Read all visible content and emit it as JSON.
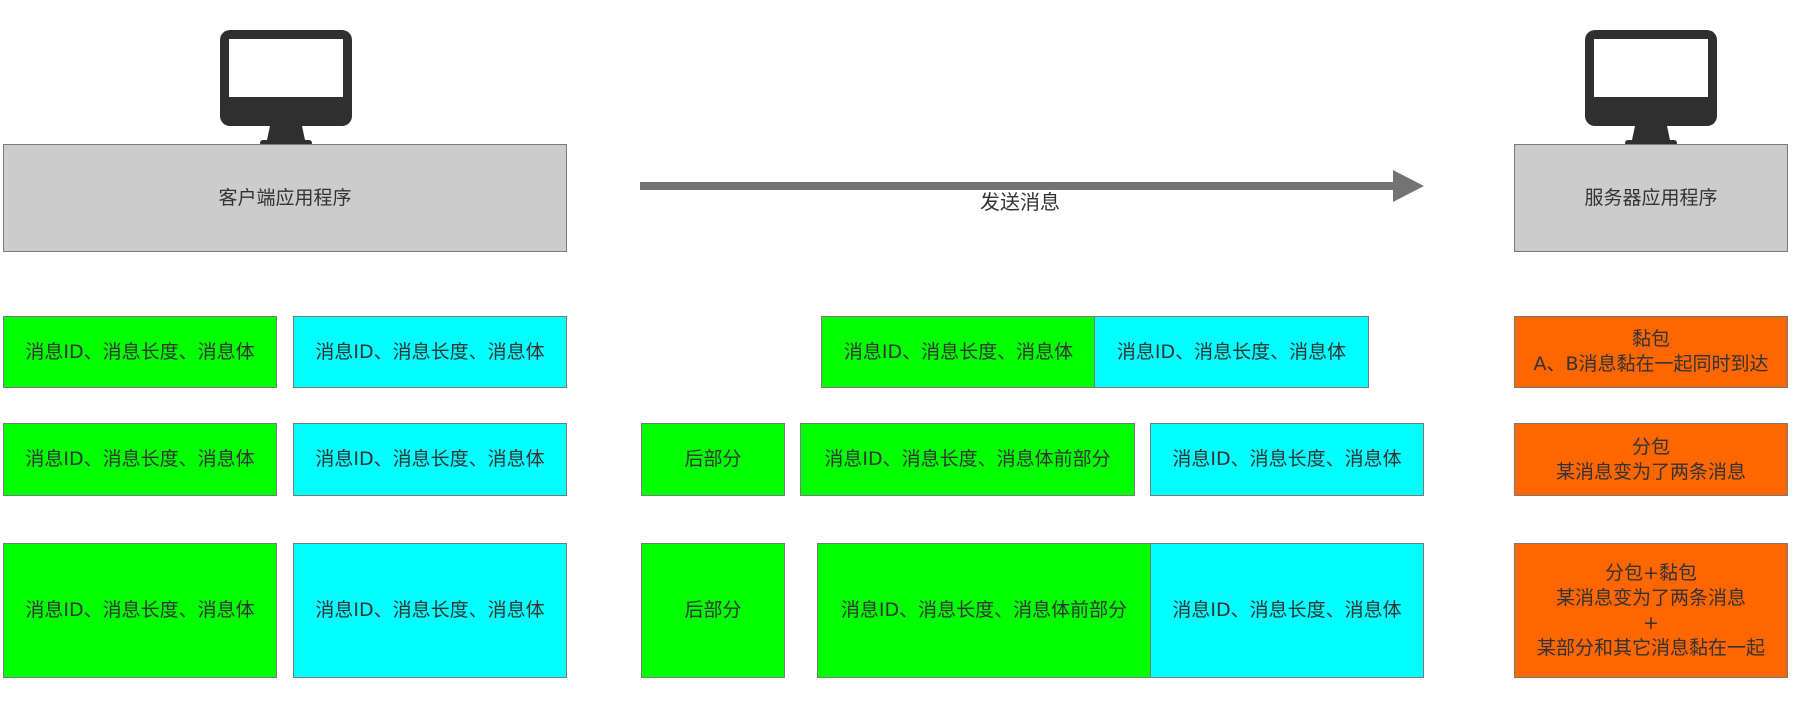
{
  "nodes": {
    "client_app": "客户端应用程序",
    "server_app": "服务器应用程序",
    "send_label": "发送消息"
  },
  "messages": {
    "full": "消息ID、消息长度、消息体",
    "front_part": "消息ID、消息长度、消息体前部分",
    "back_part": "后部分"
  },
  "results": {
    "sticky": {
      "title": "黏包",
      "desc": "A、B消息黏在一起同时到达"
    },
    "split": {
      "title": "分包",
      "desc": "某消息变为了两条消息"
    },
    "both": {
      "title": "分包+黏包",
      "desc": "某消息变为了两条消息",
      "plus": "+",
      "desc2": "某部分和其它消息黏在一起"
    }
  },
  "colors": {
    "msg_a": "#00ff00",
    "msg_b": "#00ffff",
    "node": "#cccccc",
    "result": "#ff6600",
    "arrow": "#737373"
  },
  "icons": {
    "client": "monitor-icon",
    "server": "monitor-icon"
  }
}
